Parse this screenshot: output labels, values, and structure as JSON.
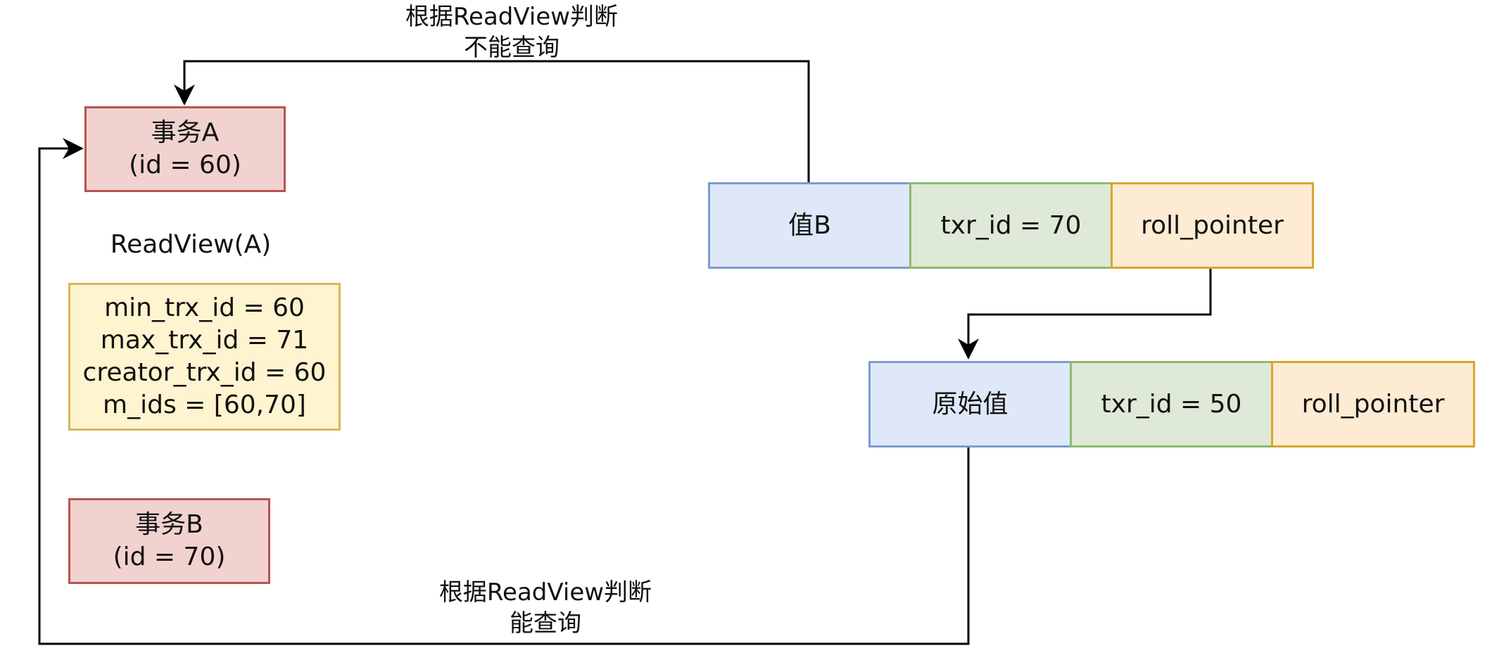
{
  "transaction_a": {
    "title": "事务A",
    "id_line": "(id = 60)"
  },
  "transaction_b": {
    "title": "事务B",
    "id_line": "(id = 70)"
  },
  "read_view": {
    "title": "ReadView(A)",
    "fields": [
      "min_trx_id = 60",
      "max_trx_id = 71",
      "creator_trx_id = 60",
      "m_ids = [60,70]"
    ]
  },
  "record_b": {
    "value": "值B",
    "txr_id": "txr_id = 70",
    "roll_pointer": "roll_pointer"
  },
  "record_original": {
    "value": "原始值",
    "txr_id": "txr_id = 50",
    "roll_pointer": "roll_pointer"
  },
  "edge_labels": {
    "cannot_query": {
      "line1": "根据ReadView判断",
      "line2": "不能查询"
    },
    "can_query": {
      "line1": "根据ReadView判断",
      "line2": "能查询"
    }
  },
  "colors": {
    "transaction_fill": "#f1d2cf",
    "transaction_stroke": "#b85450",
    "readview_fill": "#fef4d0",
    "readview_stroke": "#d6b656",
    "value_fill": "#dfe8f8",
    "value_stroke": "#7c9bcf",
    "txr_fill": "#dfe9d7",
    "txr_stroke": "#8dba6f",
    "roll_fill": "#fdebd3",
    "roll_stroke": "#d9a62e",
    "edge": "#000000"
  }
}
